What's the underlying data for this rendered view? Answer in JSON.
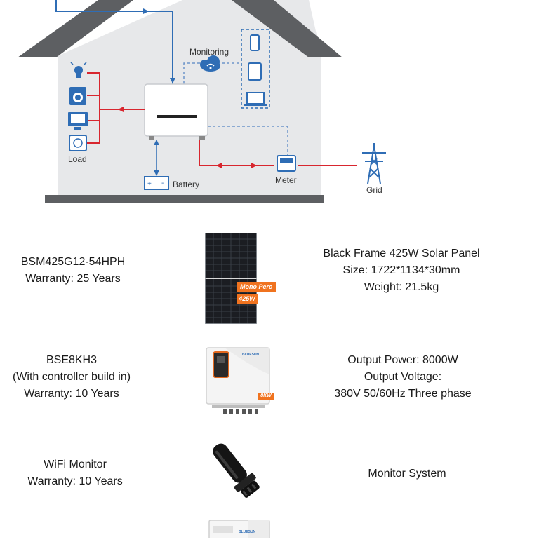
{
  "diagram": {
    "monitoring_label": "Monitoring",
    "load_label": "Load",
    "battery_label": "Battery",
    "meter_label": "Meter",
    "grid_label": "Grid"
  },
  "products": [
    {
      "left": [
        "BSM425G12-54HPH",
        "Warranty: 25 Years"
      ],
      "right": [
        "Black Frame 425W Solar Panel",
        "Size: 1722*1134*30mm",
        "Weight: 21.5kg"
      ],
      "badge_top": "Mono Perc",
      "badge_bottom": "425W"
    },
    {
      "left": [
        "BSE8KH3",
        "(With controller build in)",
        "Warranty: 10 Years"
      ],
      "right": [
        "Output Power: 8000W",
        "Output Voltage:",
        "380V 50/60Hz Three phase"
      ],
      "badge": "8KW",
      "brand": "BLUESUN"
    },
    {
      "left": [
        "WiFi Monitor",
        "Warranty: 10 Years"
      ],
      "right": [
        "Monitor System"
      ]
    }
  ],
  "battery_brand": "BLUESUN",
  "colors": {
    "house_wall": "#e6e7e9",
    "roof": "#5b5d60",
    "blue_line": "#2f6db5",
    "red_line": "#d8262f",
    "badge_orange": "#f0731f"
  }
}
